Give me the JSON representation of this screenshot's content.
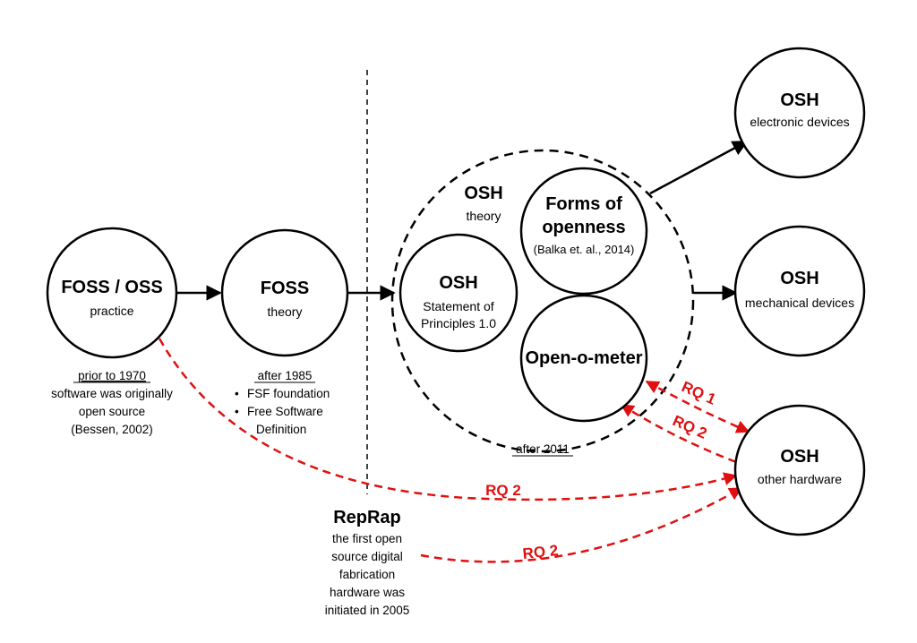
{
  "nodes": {
    "foss_oss": {
      "title": "FOSS / OSS",
      "sub": "practice"
    },
    "foss": {
      "title": "FOSS",
      "sub": "theory"
    },
    "osh_theory": {
      "title": "OSH",
      "sub": "theory"
    },
    "osh_principles": {
      "title": "OSH",
      "sub1": "Statement of",
      "sub2": "Principles 1.0"
    },
    "forms_of_openness": {
      "title1": "Forms of",
      "title2": "openness",
      "sub": "(Balka et. al., 2014)"
    },
    "open_o_meter": {
      "title": "Open-o-meter"
    },
    "osh_electronic": {
      "title": "OSH",
      "sub": "electronic devices"
    },
    "osh_mechanical": {
      "title": "OSH",
      "sub": "mechanical devices"
    },
    "osh_other": {
      "title": "OSH",
      "sub": "other hardware"
    }
  },
  "notes": {
    "prior_1970": {
      "heading": "prior to 1970",
      "lines": [
        "software was originally",
        "open source",
        "(Bessen, 2002)"
      ]
    },
    "after_1985": {
      "heading": "after 1985",
      "bullets": [
        "FSF foundation",
        "Free Software",
        "Definition"
      ]
    },
    "after_2011": {
      "heading": "after 2011"
    },
    "reprap": {
      "title": "RepRap",
      "lines": [
        "the first open",
        "source digital",
        "fabrication",
        "hardware was",
        "initiated in 2005"
      ]
    }
  },
  "research_questions": {
    "rq1": "RQ 1",
    "rq2_meter": "RQ 2",
    "rq2_foss": "RQ 2",
    "rq2_reprap": "RQ 2"
  },
  "colors": {
    "line": "#000000",
    "rq": "#e01010",
    "background": "#ffffff"
  }
}
